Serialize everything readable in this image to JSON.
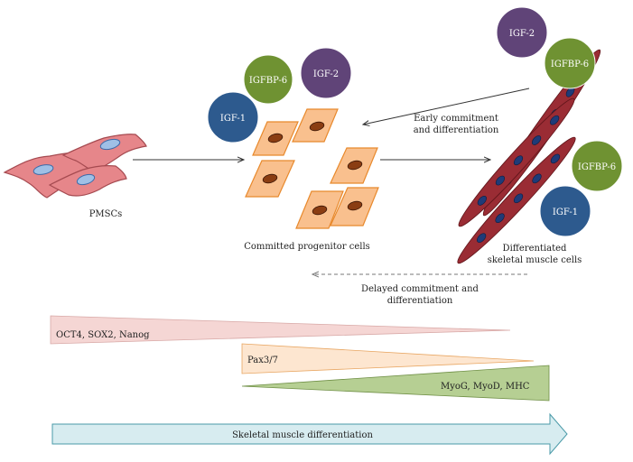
{
  "colors": {
    "background": "#ffffff",
    "pmsc_fill": "#e6868a",
    "pmsc_nucleus": "#9fc0e6",
    "progenitor_fill": "#f9c08e",
    "progenitor_stroke": "#e8892c",
    "progenitor_nucleus": "#8a3d12",
    "muscle_fill": "#9a2c34",
    "muscle_nucleus": "#1f3b78",
    "igf1": "#2d5a8e",
    "igf2": "#604478",
    "igfbp6": "#6f9232",
    "pluripotency_wedge": "#f5d6d4",
    "pax_wedge": "#fde6d0",
    "myogenic_wedge": "#b6cf93",
    "progress_arrow": "#d7ecf0"
  },
  "cells": {
    "pmsc_label": "PMSCs",
    "progenitor_label": "Committed progenitor cells",
    "muscle_label_line1": "Differentiated",
    "muscle_label_line2": "skeletal muscle cells"
  },
  "factors": {
    "igf1": "IGF-1",
    "igf2": "IGF-2",
    "igfbp6": "IGFBP-6"
  },
  "arrows": {
    "early_line1": "Early commitment",
    "early_line2": "and differentiation",
    "delayed_line1": "Delayed commitment and",
    "delayed_line2": "differentiation"
  },
  "markers": {
    "pluripotency": "OCT4, SOX2, Nanog",
    "pax": "Pax3/7",
    "myogenic": "MyoG, MyoD, MHC"
  },
  "progress_label": "Skeletal muscle differentiation"
}
